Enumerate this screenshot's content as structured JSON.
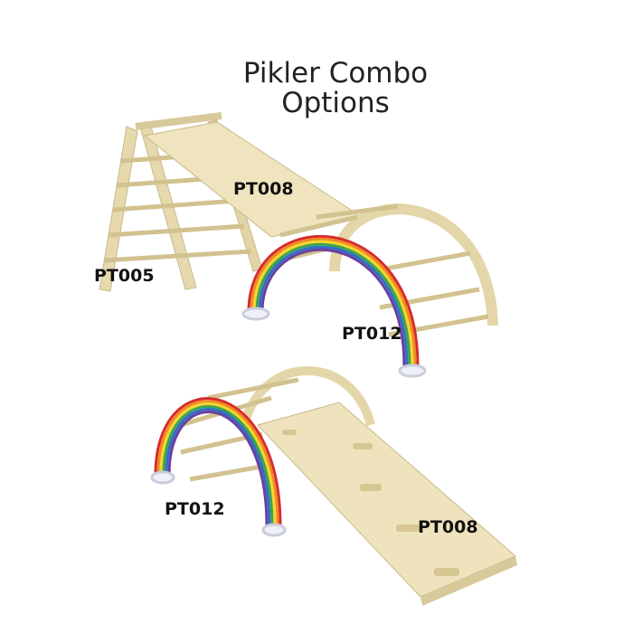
{
  "title": {
    "line1": "Pikler Combo",
    "line2": "Options"
  },
  "labels": {
    "top_ramp": "PT008",
    "top_triangle": "PT005",
    "top_arch": "PT012",
    "bottom_arch": "PT012",
    "bottom_ramp": "PT008"
  },
  "colors": {
    "wood": "#eadfb8",
    "wood_dark": "#c9b98a",
    "rainbow": [
      "#d62b2b",
      "#f08a24",
      "#f5d629",
      "#3fa34d",
      "#2f6fc4",
      "#6a3fa0"
    ]
  }
}
